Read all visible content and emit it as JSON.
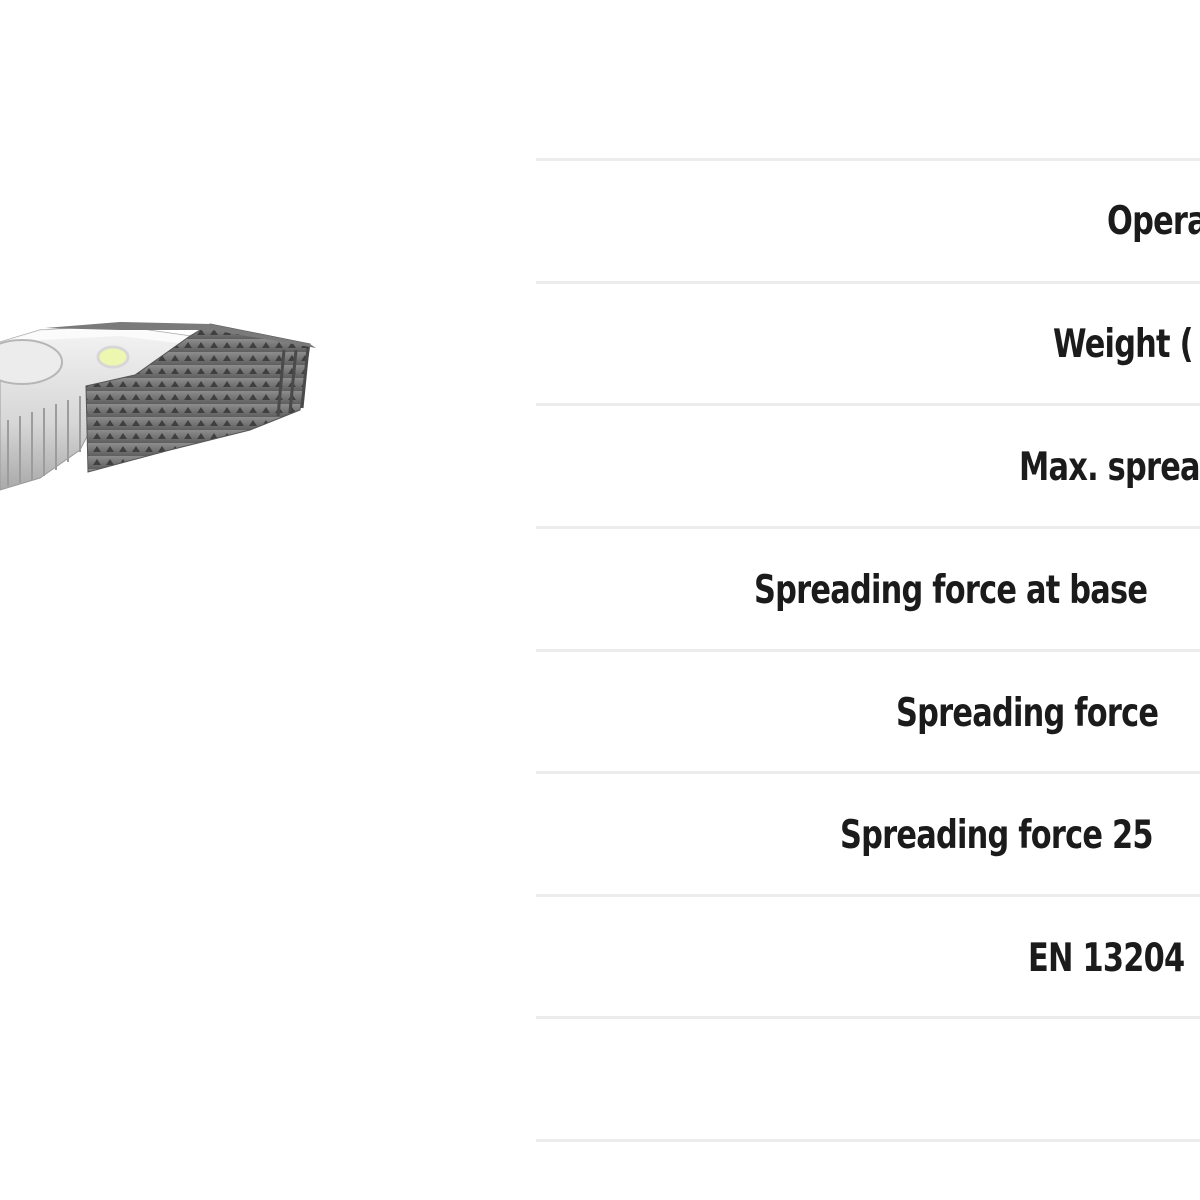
{
  "specs": {
    "rows": [
      {
        "label": "Opera"
      },
      {
        "label": "Weight ("
      },
      {
        "label": "Max. sprea"
      },
      {
        "label": "Spreading force at base"
      },
      {
        "label": "Spreading force "
      },
      {
        "label": "Spreading force 25"
      },
      {
        "label": "EN 13204"
      },
      {
        "label": ""
      }
    ]
  }
}
